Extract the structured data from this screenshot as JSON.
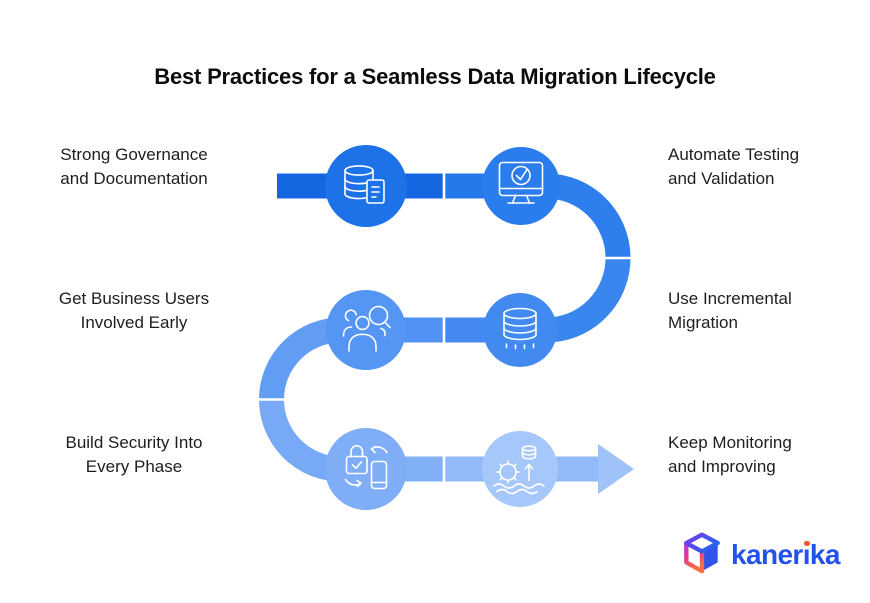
{
  "title": "Best Practices for a Seamless Data Migration Lifecycle",
  "steps": [
    {
      "label": "Strong Governance\nand Documentation",
      "icon": "database-document",
      "circle_color": "#1D72E8",
      "position": "row1-left"
    },
    {
      "label": "Automate Testing\nand Validation",
      "icon": "monitor-check",
      "circle_color": "#2B7CEC",
      "position": "row1-right"
    },
    {
      "label": "Use Incremental\nMigration",
      "icon": "incremental-database",
      "circle_color": "#428AF0",
      "position": "row2-right"
    },
    {
      "label": "Get Business Users\nInvolved Early",
      "icon": "business-users",
      "circle_color": "#5595F3",
      "position": "row2-left"
    },
    {
      "label": "Build Security Into\nEvery Phase",
      "icon": "security-sync",
      "circle_color": "#7FAEF7",
      "position": "row3-left"
    },
    {
      "label": "Keep Monitoring\nand Improving",
      "icon": "monitoring-gear",
      "circle_color": "#A6C7FA",
      "position": "row3-right"
    }
  ],
  "flow": {
    "segment_colors": [
      "#1566E1",
      "#2478EA",
      "#2E7FED",
      "#3A86EF",
      "#4489F0",
      "#4F92F2",
      "#629DF4",
      "#77A9F6",
      "#82B0F7",
      "#93BAF8"
    ],
    "arrowhead_color": "#9FC3F9",
    "divider_color": "#FFFFFF",
    "icon_stroke_color": "#FFFFFF"
  },
  "logo": {
    "name": "kanerika",
    "text_before_i": "kaner",
    "dotless_i": "ı",
    "text_after_i": "ka",
    "wordmark_color": "#2451EA",
    "i_dot_color": "#F4562E"
  }
}
